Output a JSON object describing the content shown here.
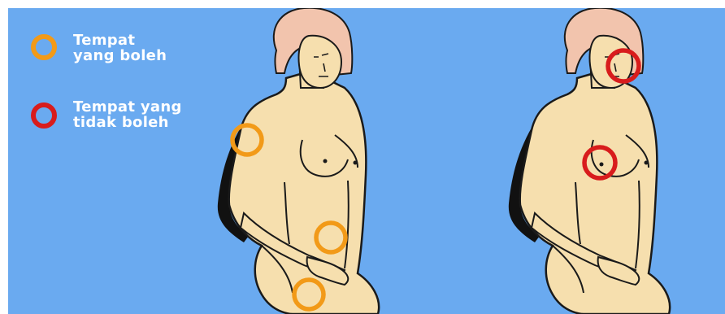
{
  "legend": {
    "allowed": {
      "line1": "Tempat",
      "line2": "yang boleh",
      "color": "#f29a18",
      "icon": "orange-ring-icon"
    },
    "not_allowed": {
      "line1": "Tempat yang",
      "line2": "tidak boleh",
      "color": "#d81c1c",
      "icon": "red-ring-icon"
    }
  },
  "colors": {
    "background": "#6aaaf0",
    "skin": "#f6dfae",
    "hair": "#f2c4ad",
    "outline": "#1a1a1a"
  }
}
